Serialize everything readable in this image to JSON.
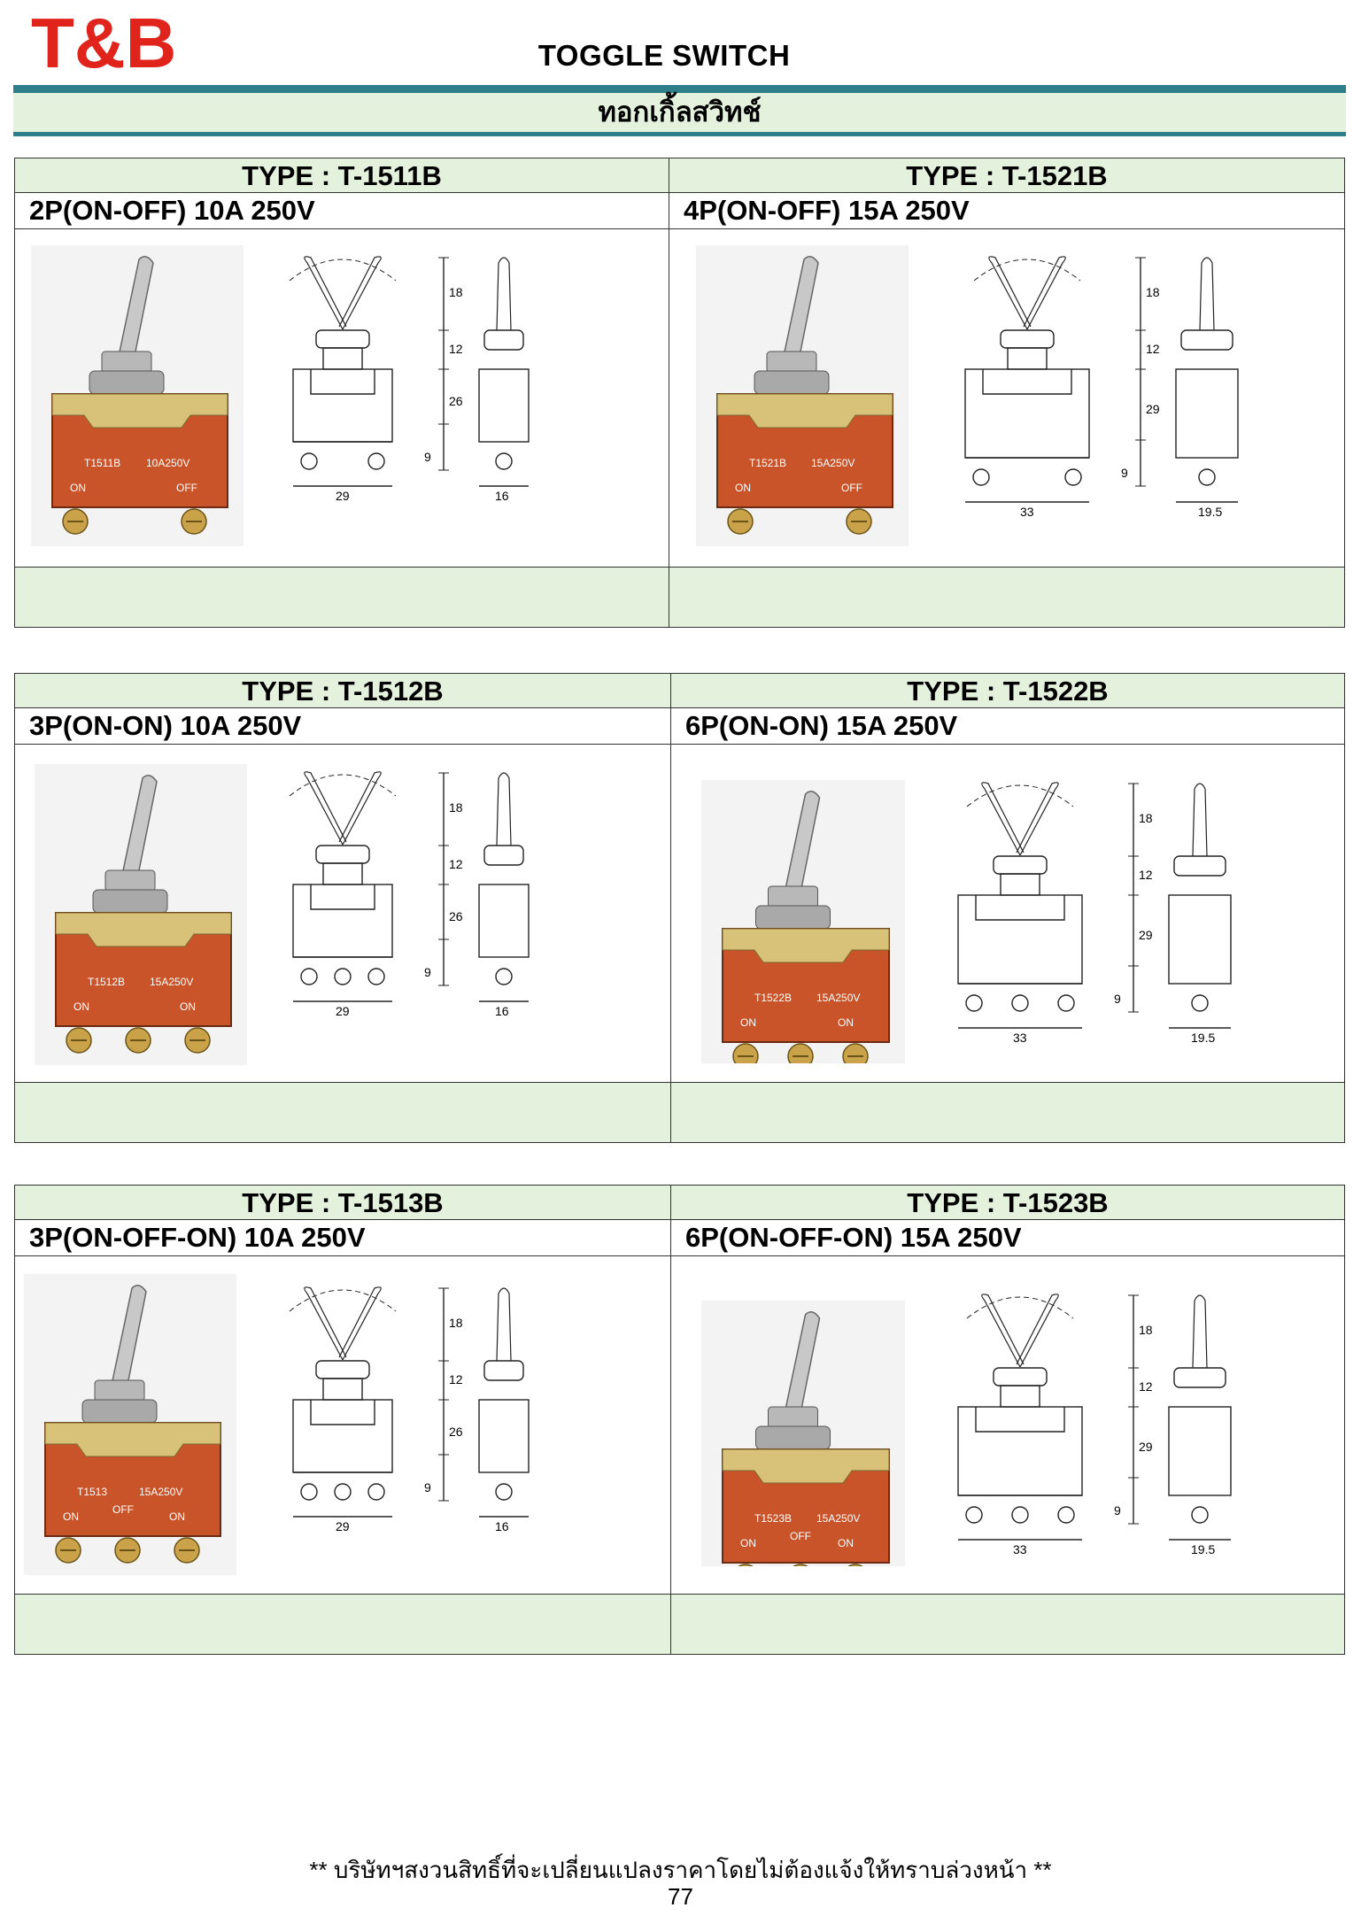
{
  "header": {
    "brand": "T&B",
    "title": "TOGGLE SWITCH",
    "thai_title": "ทอกเกิ้ลสวิทช์"
  },
  "products": [
    {
      "type": "TYPE : T-1511B",
      "spec": "2P(ON-OFF) 10A 250V",
      "photo_model": "T1511B",
      "photo_rating": "10A250V",
      "photo_left": "ON",
      "photo_mid": "",
      "photo_right": "OFF",
      "terminals": 2,
      "size": "small",
      "dims": {
        "top": "18",
        "mid": "12",
        "body": "26",
        "low": "9",
        "width": "29",
        "side": "16"
      }
    },
    {
      "type": "TYPE : T-1521B",
      "spec": "4P(ON-OFF) 15A 250V",
      "photo_model": "T1521B",
      "photo_rating": "15A250V",
      "photo_left": "ON",
      "photo_mid": "",
      "photo_right": "OFF",
      "terminals": 2,
      "size": "large",
      "dims": {
        "top": "18",
        "mid": "12",
        "body": "29",
        "low": "9",
        "width": "33",
        "side": "19.5"
      }
    },
    {
      "type": "TYPE : T-1512B",
      "spec": "3P(ON-ON) 10A 250V",
      "photo_model": "T1512B",
      "photo_rating": "15A250V",
      "photo_left": "ON",
      "photo_mid": "",
      "photo_right": "ON",
      "terminals": 3,
      "size": "small",
      "dims": {
        "top": "18",
        "mid": "12",
        "body": "26",
        "low": "9",
        "width": "29",
        "side": "16"
      }
    },
    {
      "type": "TYPE : T-1522B",
      "spec": "6P(ON-ON) 15A 250V",
      "photo_model": "T1522B",
      "photo_rating": "15A250V",
      "photo_left": "ON",
      "photo_mid": "",
      "photo_right": "ON",
      "terminals": 3,
      "size": "large",
      "dims": {
        "top": "18",
        "mid": "12",
        "body": "29",
        "low": "9",
        "width": "33",
        "side": "19.5"
      }
    },
    {
      "type": "TYPE : T-1513B",
      "spec": "3P(ON-OFF-ON) 10A 250V",
      "photo_model": "T1513",
      "photo_rating": "15A250V",
      "photo_left": "ON",
      "photo_mid": "OFF",
      "photo_right": "ON",
      "terminals": 3,
      "size": "small",
      "dims": {
        "top": "18",
        "mid": "12",
        "body": "26",
        "low": "9",
        "width": "29",
        "side": "16"
      }
    },
    {
      "type": "TYPE : T-1523B",
      "spec": "6P(ON-OFF-ON) 15A 250V",
      "photo_model": "T1523B",
      "photo_rating": "15A250V",
      "photo_left": "ON",
      "photo_mid": "OFF",
      "photo_right": "ON",
      "terminals": 3,
      "size": "large",
      "dims": {
        "top": "18",
        "mid": "12",
        "body": "29",
        "low": "9",
        "width": "33",
        "side": "19.5"
      }
    }
  ],
  "footer": {
    "note": "** บริษัทฯสงวนสิทธิ์ที่จะเปลี่ยนแปลงราคาโดยไม่ต้องแจ้งให้ทราบล่วงหน้า **",
    "page_number": "77"
  },
  "colors": {
    "accent_teal": "#2f7f8a",
    "header_fill": "#e4f1dc",
    "brand_red": "#e0241c",
    "switch_body": "#c9542a"
  }
}
